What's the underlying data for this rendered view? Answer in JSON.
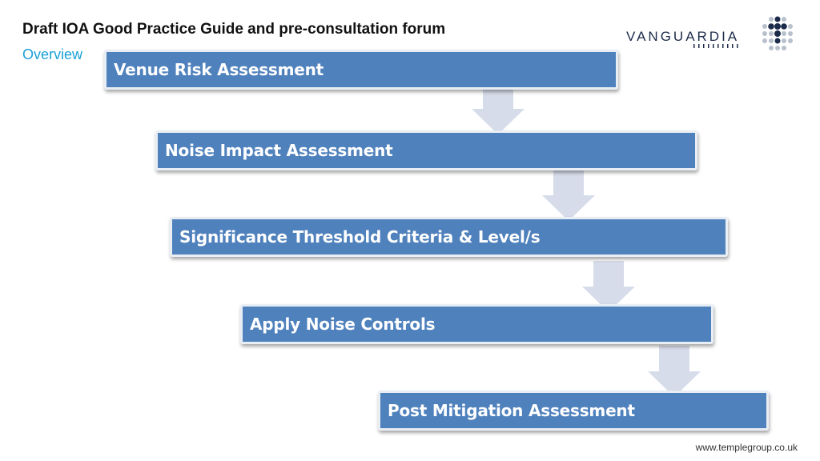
{
  "header": {
    "title": "Draft IOA Good Practice Guide and pre-consultation forum",
    "subtitle": "Overview"
  },
  "logo": {
    "text": "VANGUARDIA",
    "icon": "dot-grid-logo-icon",
    "colors": {
      "text": "#1d2b4a",
      "dark_dot": "#1d2b4a",
      "light_dot": "#b8c0cc"
    }
  },
  "steps": [
    {
      "label": "Venue Risk Assessment"
    },
    {
      "label": "Noise Impact Assessment"
    },
    {
      "label": "Significance Threshold Criteria &  Level/s"
    },
    {
      "label": "Apply Noise Controls"
    },
    {
      "label": "Post Mitigation Assessment"
    }
  ],
  "arrow_icon": "down-arrow-icon",
  "colors": {
    "step_fill": "#4f81bd",
    "arrow_fill": "#d6dce9",
    "subtitle": "#1aa0d8"
  },
  "footer": {
    "url": "www.templegroup.co.uk"
  }
}
